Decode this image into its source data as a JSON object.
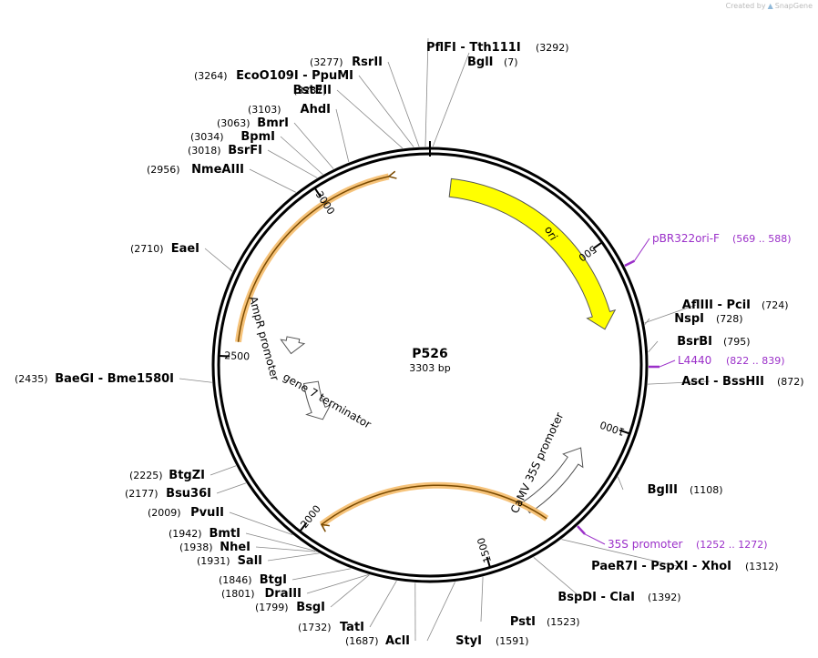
{
  "branding": {
    "created_by": "Created by",
    "app": "SnapGene"
  },
  "plasmid": {
    "name": "P526",
    "length_label": "3303 bp"
  },
  "ruler_ticks": [
    "500",
    "1000",
    "1500",
    "2000",
    "2500",
    "3000"
  ],
  "features": [
    {
      "label": "ori",
      "color": "#ffff00"
    },
    {
      "label": "CaMV 35S promoter",
      "color": "#ffffff"
    },
    {
      "label": "gene 7 terminator",
      "color": "#ffffff"
    },
    {
      "label": "AmpR promoter",
      "color": "#ffffff"
    }
  ],
  "primers": [
    {
      "name": "pBR322ori-F",
      "range": "(569 .. 588)"
    },
    {
      "name": "L4440",
      "range": "(822 .. 839)"
    },
    {
      "name": "35S promoter",
      "range": "(1252 .. 1272)"
    }
  ],
  "sites": [
    {
      "names": [
        "PflFI",
        "Tth111I"
      ],
      "pos": "(3292)"
    },
    {
      "names": [
        "BglI"
      ],
      "pos": "(7)"
    },
    {
      "names": [
        "RsrII"
      ],
      "pos": "(3277)"
    },
    {
      "names": [
        "EcoO109I",
        "PpuMI"
      ],
      "pos": "(3264)"
    },
    {
      "names": [
        "BstEII"
      ],
      "pos": "(3237)"
    },
    {
      "names": [
        "AhdI"
      ],
      "pos": "(3103)"
    },
    {
      "names": [
        "BmrI"
      ],
      "pos": "(3063)"
    },
    {
      "names": [
        "BpmI"
      ],
      "pos": "(3034)"
    },
    {
      "names": [
        "BsrFI"
      ],
      "pos": "(3018)"
    },
    {
      "names": [
        "NmeAIII"
      ],
      "pos": "(2956)"
    },
    {
      "names": [
        "EaeI"
      ],
      "pos": "(2710)"
    },
    {
      "names": [
        "BaeGI",
        "Bme1580I"
      ],
      "pos": "(2435)"
    },
    {
      "names": [
        "BtgZI"
      ],
      "pos": "(2225)"
    },
    {
      "names": [
        "Bsu36I"
      ],
      "pos": "(2177)"
    },
    {
      "names": [
        "PvuII"
      ],
      "pos": "(2009)"
    },
    {
      "names": [
        "BmtI"
      ],
      "pos": "(1942)"
    },
    {
      "names": [
        "NheI"
      ],
      "pos": "(1938)"
    },
    {
      "names": [
        "SalI"
      ],
      "pos": "(1931)"
    },
    {
      "names": [
        "BtgI"
      ],
      "pos": "(1846)"
    },
    {
      "names": [
        "DraIII"
      ],
      "pos": "(1801)"
    },
    {
      "names": [
        "BsgI"
      ],
      "pos": "(1799)"
    },
    {
      "names": [
        "TatI"
      ],
      "pos": "(1732)"
    },
    {
      "names": [
        "AclI"
      ],
      "pos": "(1687)"
    },
    {
      "names": [
        "StyI"
      ],
      "pos": "(1591)"
    },
    {
      "names": [
        "PstI"
      ],
      "pos": "(1523)"
    },
    {
      "names": [
        "BspDI",
        "ClaI"
      ],
      "pos": "(1392)"
    },
    {
      "names": [
        "PaeR7I",
        "PspXI",
        "XhoI"
      ],
      "pos": "(1312)"
    },
    {
      "names": [
        "BglII"
      ],
      "pos": "(1108)"
    },
    {
      "names": [
        "AscI",
        "BssHII"
      ],
      "pos": "(872)"
    },
    {
      "names": [
        "BsrBI"
      ],
      "pos": "(795)"
    },
    {
      "names": [
        "NspI"
      ],
      "pos": "(728)"
    },
    {
      "names": [
        "AflIII",
        "PciI"
      ],
      "pos": "(724)"
    }
  ]
}
